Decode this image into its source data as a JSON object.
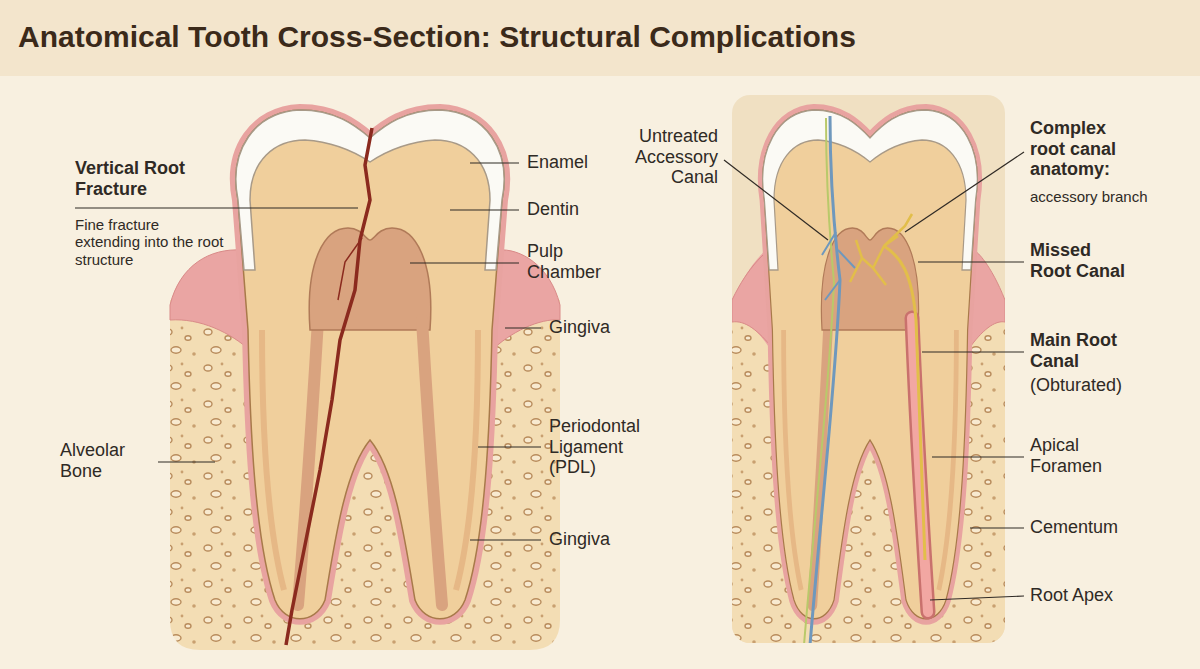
{
  "diagram": {
    "title": "Anatomical Tooth Cross-Section: Structural Complications",
    "labels": [
      "Vertical Root Fracture",
      "Fine fracture extending into the root structure",
      "Enamel",
      "Dentin",
      "Pulp Chamber",
      "Gingiva",
      "Alveolar Bone",
      "Periodontal Ligament (PDL)",
      "Gingiva",
      "Untreated Accessory Canal",
      "Complex root canal anatomy:",
      "accessory branch",
      "Missed Root Canal",
      "Main Root Canal",
      "(Obturated)",
      "Apical Foramen",
      "Cementum",
      "Root Apex"
    ]
  }
}
